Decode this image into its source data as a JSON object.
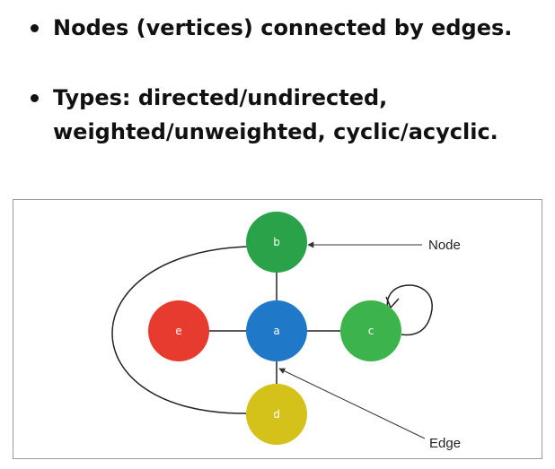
{
  "bullets": [
    "Nodes (vertices) connected by edges.",
    "Types: directed/undirected,\nweighted/unweighted, cyclic/acyclic."
  ],
  "diagram": {
    "nodes": [
      {
        "id": "b",
        "label": "b",
        "color": "#2aa24a"
      },
      {
        "id": "e",
        "label": "e",
        "color": "#e63b2e"
      },
      {
        "id": "a",
        "label": "a",
        "color": "#1f78c8"
      },
      {
        "id": "c",
        "label": "c",
        "color": "#3cb44b"
      },
      {
        "id": "d",
        "label": "d",
        "color": "#d4c21a"
      }
    ],
    "callouts": {
      "node_label": "Node",
      "edge_label": "Edge"
    }
  }
}
